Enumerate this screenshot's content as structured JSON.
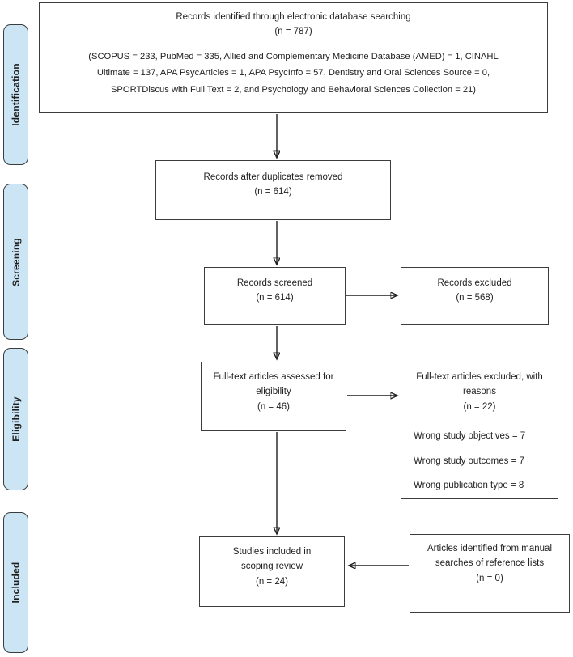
{
  "sidebar": {
    "stages": [
      {
        "label": "Identification"
      },
      {
        "label": "Screening"
      },
      {
        "label": "Eligibility"
      },
      {
        "label": "Included"
      }
    ]
  },
  "boxes": {
    "records_identified": {
      "title": "Records identified through electronic database searching",
      "count": "(n = 787)",
      "detail_lines": [
        "(SCOPUS = 233, PubMed = 335, Allied and Complementary Medicine Database (AMED) = 1, CINAHL",
        "Ultimate = 137, APA PsycArticles = 1, APA PsycInfo = 57, Dentistry and Oral Sciences Source = 0,",
        "SPORTDiscus with Full Text = 2, and Psychology and Behavioral Sciences Collection = 21)"
      ]
    },
    "duplicates_removed": {
      "title": "Records after duplicates removed",
      "count": "(n = 614)"
    },
    "records_screened": {
      "title": "Records screened",
      "count": "(n = 614)"
    },
    "records_excluded": {
      "title": "Records excluded",
      "count": "(n = 568)"
    },
    "fulltext_assessed": {
      "title": "Full-text articles assessed for eligibility",
      "count": "(n = 46)"
    },
    "fulltext_excluded": {
      "title": "Full-text articles excluded, with reasons",
      "count": "(n = 22)",
      "reasons": [
        "Wrong study objectives = 7",
        "Wrong study outcomes = 7",
        "Wrong publication type = 8"
      ]
    },
    "studies_included": {
      "title": "Studies included in scoping review",
      "count": "(n = 24)"
    },
    "manual_search": {
      "title": "Articles identified from manual searches of reference lists",
      "count": "(n = 0)"
    }
  },
  "colors": {
    "stage_fill": "#cbe5f5",
    "box_border": "#3c3c3c",
    "arrow": "#1f1f1f"
  }
}
